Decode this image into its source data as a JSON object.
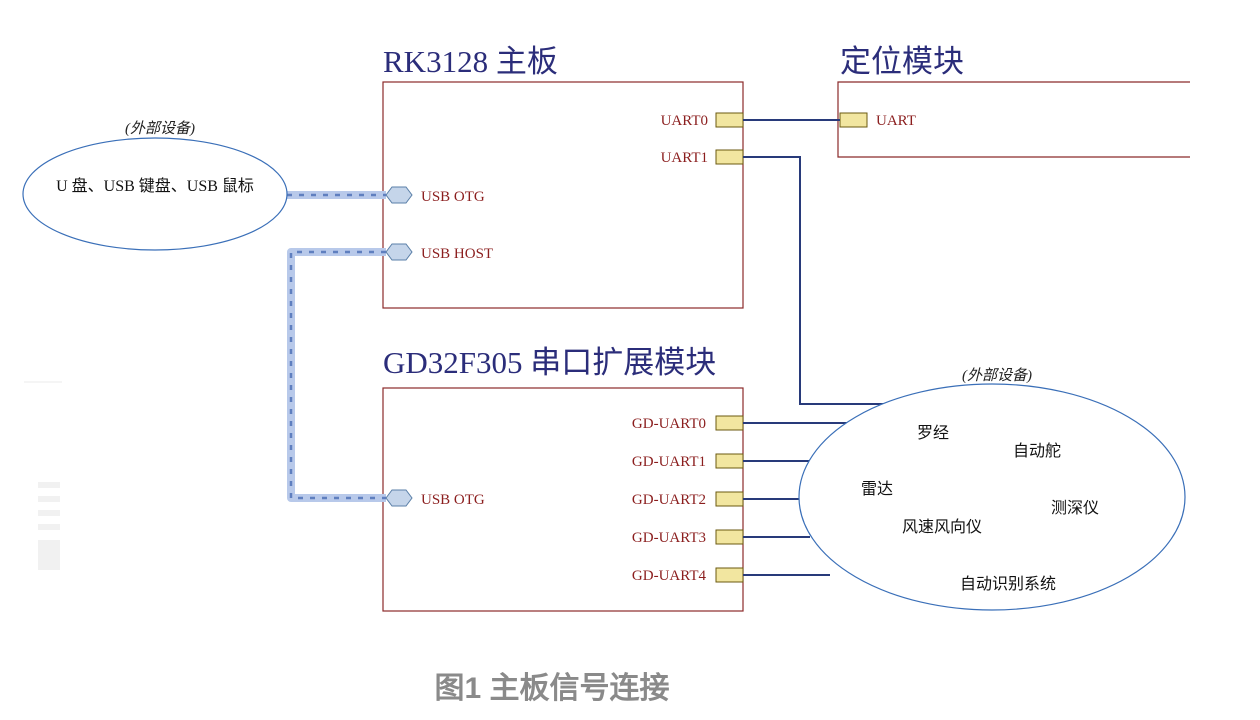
{
  "rk_board": {
    "title": "RK3128 主板",
    "uart0": "UART0",
    "uart1": "UART1",
    "usb_otg": "USB OTG",
    "usb_host": "USB HOST"
  },
  "gps_module": {
    "title": "定位模块",
    "uart": "UART"
  },
  "gd_module": {
    "title": "GD32F305 串口扩展模块",
    "usb_otg": "USB OTG",
    "uarts": [
      "GD-UART0",
      "GD-UART1",
      "GD-UART2",
      "GD-UART3",
      "GD-UART4"
    ]
  },
  "external_left": {
    "label": "(外部设备)",
    "devices": "U 盘、USB 键盘、USB 鼠标"
  },
  "external_right": {
    "label": "(外部设备)",
    "devices": [
      "罗经",
      "自动舵",
      "雷达",
      "测深仪",
      "风速风向仪",
      "自动识别系统"
    ]
  },
  "caption": "图1 主板信号连接",
  "colors": {
    "title": "#2b2d7a",
    "pin_label": "#8b1e1e",
    "box_border": "#8b2a2a",
    "wire": "#283a7a",
    "bus": "#b8c9ea",
    "pad": "#f2e6a0",
    "ellipse": "#3a6fb8",
    "caption": "#8a8a8a"
  }
}
